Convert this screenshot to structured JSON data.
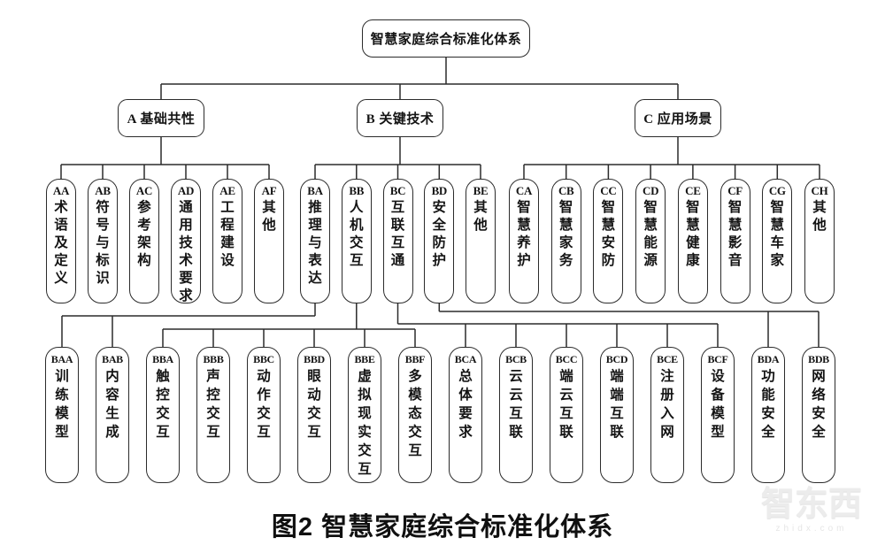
{
  "root": {
    "label": "智慧家庭综合标准化体系"
  },
  "groups": [
    {
      "code": "A",
      "label": "A 基础共性",
      "children": [
        {
          "code": "AA",
          "label": "术语及定义"
        },
        {
          "code": "AB",
          "label": "符号与标识"
        },
        {
          "code": "AC",
          "label": "参考架构"
        },
        {
          "code": "AD",
          "label": "通用技术要求"
        },
        {
          "code": "AE",
          "label": "工程建设"
        },
        {
          "code": "AF",
          "label": "其他"
        }
      ]
    },
    {
      "code": "B",
      "label": "B 关键技术",
      "children": [
        {
          "code": "BA",
          "label": "推理与表达",
          "children": [
            {
              "code": "BAA",
              "label": "训练模型"
            },
            {
              "code": "BAB",
              "label": "内容生成"
            }
          ]
        },
        {
          "code": "BB",
          "label": "人机交互",
          "children": [
            {
              "code": "BBA",
              "label": "触控交互"
            },
            {
              "code": "BBB",
              "label": "声控交互"
            },
            {
              "code": "BBC",
              "label": "动作交互"
            },
            {
              "code": "BBD",
              "label": "眼动交互"
            },
            {
              "code": "BBE",
              "label": "虚拟现实交互"
            },
            {
              "code": "BBF",
              "label": "多模态交互"
            }
          ]
        },
        {
          "code": "BC",
          "label": "互联互通",
          "children": [
            {
              "code": "BCA",
              "label": "总体要求"
            },
            {
              "code": "BCB",
              "label": "云云互联"
            },
            {
              "code": "BCC",
              "label": "端云互联"
            },
            {
              "code": "BCD",
              "label": "端端互联"
            },
            {
              "code": "BCE",
              "label": "注册入网"
            },
            {
              "code": "BCF",
              "label": "设备模型"
            }
          ]
        },
        {
          "code": "BD",
          "label": "安全防护",
          "children": [
            {
              "code": "BDA",
              "label": "功能安全"
            },
            {
              "code": "BDB",
              "label": "网络安全"
            }
          ]
        },
        {
          "code": "BE",
          "label": "其他"
        }
      ]
    },
    {
      "code": "C",
      "label": "C 应用场景",
      "children": [
        {
          "code": "CA",
          "label": "智慧养护"
        },
        {
          "code": "CB",
          "label": "智慧家务"
        },
        {
          "code": "CC",
          "label": "智慧安防"
        },
        {
          "code": "CD",
          "label": "智慧能源"
        },
        {
          "code": "CE",
          "label": "智慧健康"
        },
        {
          "code": "CF",
          "label": "智慧影音"
        },
        {
          "code": "CG",
          "label": "智慧车家"
        },
        {
          "code": "CH",
          "label": "其他"
        }
      ]
    }
  ],
  "caption": "图2 智慧家庭综合标准化体系",
  "watermark": {
    "brand": "智东西",
    "domain": "zhidx.com"
  },
  "colors": {
    "line": "#2b2b2b",
    "text": "#141414",
    "caption": "#101010",
    "watermark": "#ececec"
  }
}
